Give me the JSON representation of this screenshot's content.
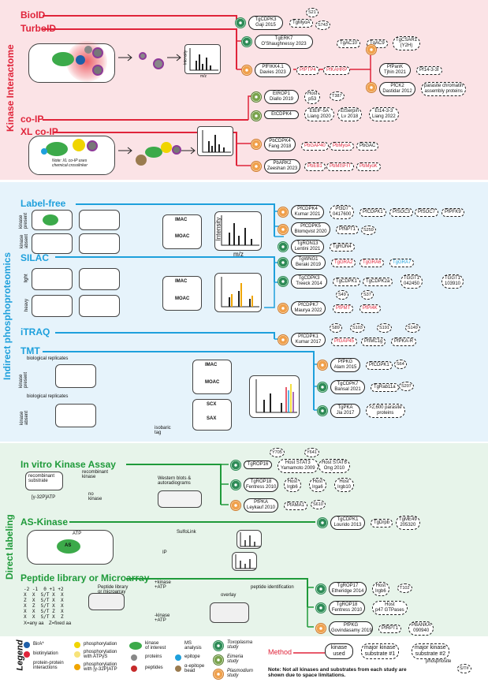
{
  "sections": {
    "kinase_interactome": "Kinase Interactome",
    "indirect": "Indirect phosphoproteomics",
    "direct": "Direct labeling"
  },
  "methods": {
    "bioid": "BioID",
    "turboid": "TurboID",
    "coip": "co-IP",
    "xlcoip": "XL co-IP",
    "labelfree": "Label-free",
    "silac": "SILAC",
    "itraq": "iTRAQ",
    "tmt": "TMT",
    "invitro": "In vitro Kinase Assay",
    "askinase": "AS-Kinase",
    "peptide": "Peptide library or Microarray"
  },
  "kinases": {
    "tgcdpk3_gaji": "TgCDPK3\nGaji 2015",
    "tgerk7": "TgERK7\nO'Shaughnessy 2023",
    "pffikk41": "PfFIKK4.1\nDavies 2023",
    "pfpank": "PfPanK\nTjhin 2021",
    "pfck2": "PfCK2\nDastidar 2012",
    "etrop1": "EtROP1\nDiallo 2019",
    "etcdpk4": "EtCDPK4",
    "pbcdpk4": "PbCDPK4\nFang 2018",
    "pbark2": "PbARK2\nZeeshan 2023",
    "pfcdpk4_kumar": "PfCDPK4\nKumar 2021",
    "pfcdpk5": "PfCDPK5\nBlomqvist 2020",
    "tgron13": "TgRON13\nLentini 2021",
    "tgwng1": "TgWNG1\nBeraki 2019",
    "tgcdpk3_treeck": "TgCDPK3\nTreeck 2014",
    "pfcdpk7": "PfCDPK7\nMaurya 2022",
    "pfcdpk1": "PfCDPK1\nKumar 2017",
    "pfpkg_alam": "PfPKG\nAlam 2015",
    "tgcdpk7": "TgCDPK7\nBansal 2021",
    "tgpka": "TgPKA\nJia 2017",
    "tgrop16": "TgROP16",
    "tgrop18_f": "TgROP18\nFentress 2010",
    "pfpka": "PfPKA\nLeykauf 2010",
    "tgcdpk1": "TgCDPK1\nLourido 2013",
    "tgrop17": "TgROP17\nEtheridge 2014",
    "tgrop18_f2": "TgROP18\nFentress 2010",
    "pfpkg_gov": "PfPKG\nGovindasamy 2019"
  },
  "substrates": {
    "tgmyoa": "TgMyoA",
    "tgac10": "TgAC10",
    "tgac9": "TgAC9",
    "tgcsar1": "TgCSAR1\n(Y2H)",
    "pfptp4": "PfPTP4",
    "pfkahrp": "PfKAHRP",
    "pf14": "Pf14-3-3I",
    "parasite_chrom": "parasite chromatin\nassembly proteins",
    "host_p53": "Host\np53",
    "eteif": "EtEIF-5A\nLiang 2020",
    "etserpin": "EtSerpin\nLv 2018",
    "et1433": "Et14-3-3\nLiang 2022",
    "pbgap40": "PbGAP40",
    "pbmyoa": "PbMyoA",
    "pbgac": "PbGAC",
    "pbeb1": "PbEB1",
    "pbmisfit": "PbMISFIT",
    "pbmyok": "PbMyoK",
    "pf3d7": "Pf3D7\n0417600",
    "pfcdpk1_a": "PfCDPK1",
    "pfsoc3": "PfSOC3",
    "pfsoc7": "PfSOC7",
    "pfpfk9": "PfPFK9",
    "pfnpt1": "PfNPT1",
    "tgron4": "TgRON4",
    "tggra2": "TgGRA2",
    "tggra6": "TgGRA6",
    "tggra7": "TgGRA7",
    "tgcdpk1_b": "TgCDPK1",
    "tgcdpk2a": "TgCDPK2a",
    "tggt1_042450": "TGGT1\n042450",
    "tggt1_103910": "TGGT1\n103910",
    "pfpmt": "PfPMT",
    "pfpi4k": "PfPI4K",
    "pfgap45": "PfGAP45",
    "pfimc1g": "PfIMC1g",
    "pfpkar": "PfPKA-R",
    "pfcdpk1_c": "PfCDPK1",
    "tgrab11a": "TgRab11a",
    "parasite2600": ">2,600 parasite\nproteins",
    "host_stat3": "Host STAT3\nYamamoto 2009",
    "host_stat6": "Host STAT6\nOng 2010",
    "host_irgb6": "Host\nIrgb6",
    "host_irga6": "Host\nIrga6",
    "host_irgb10": "Host\nIrgb10",
    "pfama1": "PfAMA1",
    "tgdrpb": "TgDrpb",
    "tgme49": "TgME49\n205320",
    "host_irgb6_b": "Host\nIrgb6",
    "host_p47": "Host\np47 GTPases",
    "pfrpt1": "PfRPT1",
    "pbanka": "PBANKA\n090940"
  },
  "sites": {
    "s21": "S21",
    "s743": "S743",
    "t387": "T387",
    "s259": "S259",
    "s49": "S49",
    "s37": "S37",
    "s89": "S89",
    "s103": "S103",
    "s191": "S191",
    "s149": "S149",
    "s64": "S64",
    "s207": "S207",
    "y705": "Y705",
    "y641": "Y641",
    "s610": "S610",
    "t102": "T102"
  },
  "diagram_labels": {
    "intensity": "Intensity",
    "mz": "m/z",
    "kinase_present": "kinase\npresent",
    "kinase_absent": "kinase\nabsent",
    "light": "light",
    "heavy": "heavy",
    "imac": "IMAC",
    "moac": "MOAC",
    "scx": "SCX",
    "sax": "SAX",
    "bio_rep": "biological replicates",
    "isobaric": "isobaric\ntag",
    "recombinant_substrate": "recombinant\nsubstrate",
    "recombinant_kinase": "recombinant\nkinase",
    "no_kinase": "no\nkinase",
    "gamma_atp": "[γ-32P]ATP",
    "western": "Western blots &\nautoradiograms",
    "sulfolink": "SulfoLink",
    "ip": "IP",
    "as": "AS",
    "atp": "ATP",
    "peptide_lib": "Peptide library\nor microarray",
    "plus_kinase": "+kinase\n+ATP",
    "minus_kinase": "-kinase\n+ATP",
    "overlay": "overlay",
    "peptide_id": "peptide identification",
    "note_xl": "Note: XL co-IP uses\nchemical crosslinker",
    "xaa": "X=any aa",
    "z_fixed": "Z=fixed aa"
  },
  "legend": {
    "title": "Legend",
    "birA": "BirA*",
    "biotinylation": "biotinylation",
    "ppi": "protein-protein\ninteractions",
    "phos": "phosphorylation",
    "phos_atp": "phosphorylation\nwith ATPγS",
    "phos_32p": "phosphorylation\nwith [γ-32P]ATP",
    "kinase_interest": "kinase\nof interest",
    "proteins": "proteins",
    "peptides": "peptides",
    "ms": "MS\nanalysis",
    "epitope": "epitope",
    "epitope_bead": "α-epitope\nbead",
    "toxo": "Toxoplasma\nstudy",
    "eimeria": "Eimeria\nstudy",
    "plasmodium": "Plasmodium\nstudy",
    "method": "Method",
    "kinase_used": "kinase\nused",
    "major1": "major kinase\nsubstrate #1",
    "major2": "major kinase\nsubstrate #2",
    "phosphosite": "phosphosite",
    "st": "S/T#",
    "note": "Note: Not all kinases and substrates from each study are\nshown due to space limitations."
  },
  "colors": {
    "red": "#e0243a",
    "blue": "#1ea0dc",
    "green": "#1f9a3a",
    "pink_band": "#fbe3e6",
    "blue_band": "#e6f3fb",
    "green_band": "#e7f4ea"
  }
}
